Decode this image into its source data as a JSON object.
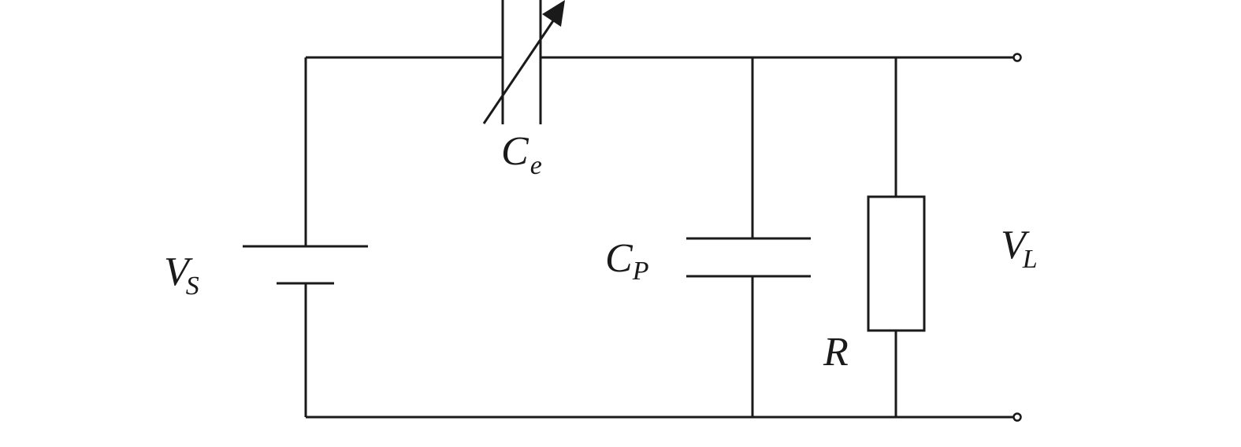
{
  "labels": {
    "source_main": "V",
    "source_sub": "S",
    "variable_cap_main": "C",
    "variable_cap_sub": "e",
    "parallel_cap_main": "C",
    "parallel_cap_sub": "P",
    "resistor": "R",
    "load_voltage_main": "V",
    "load_voltage_sub": "L"
  },
  "colors": {
    "stroke": "#1a1a1a",
    "background": "#ffffff"
  }
}
